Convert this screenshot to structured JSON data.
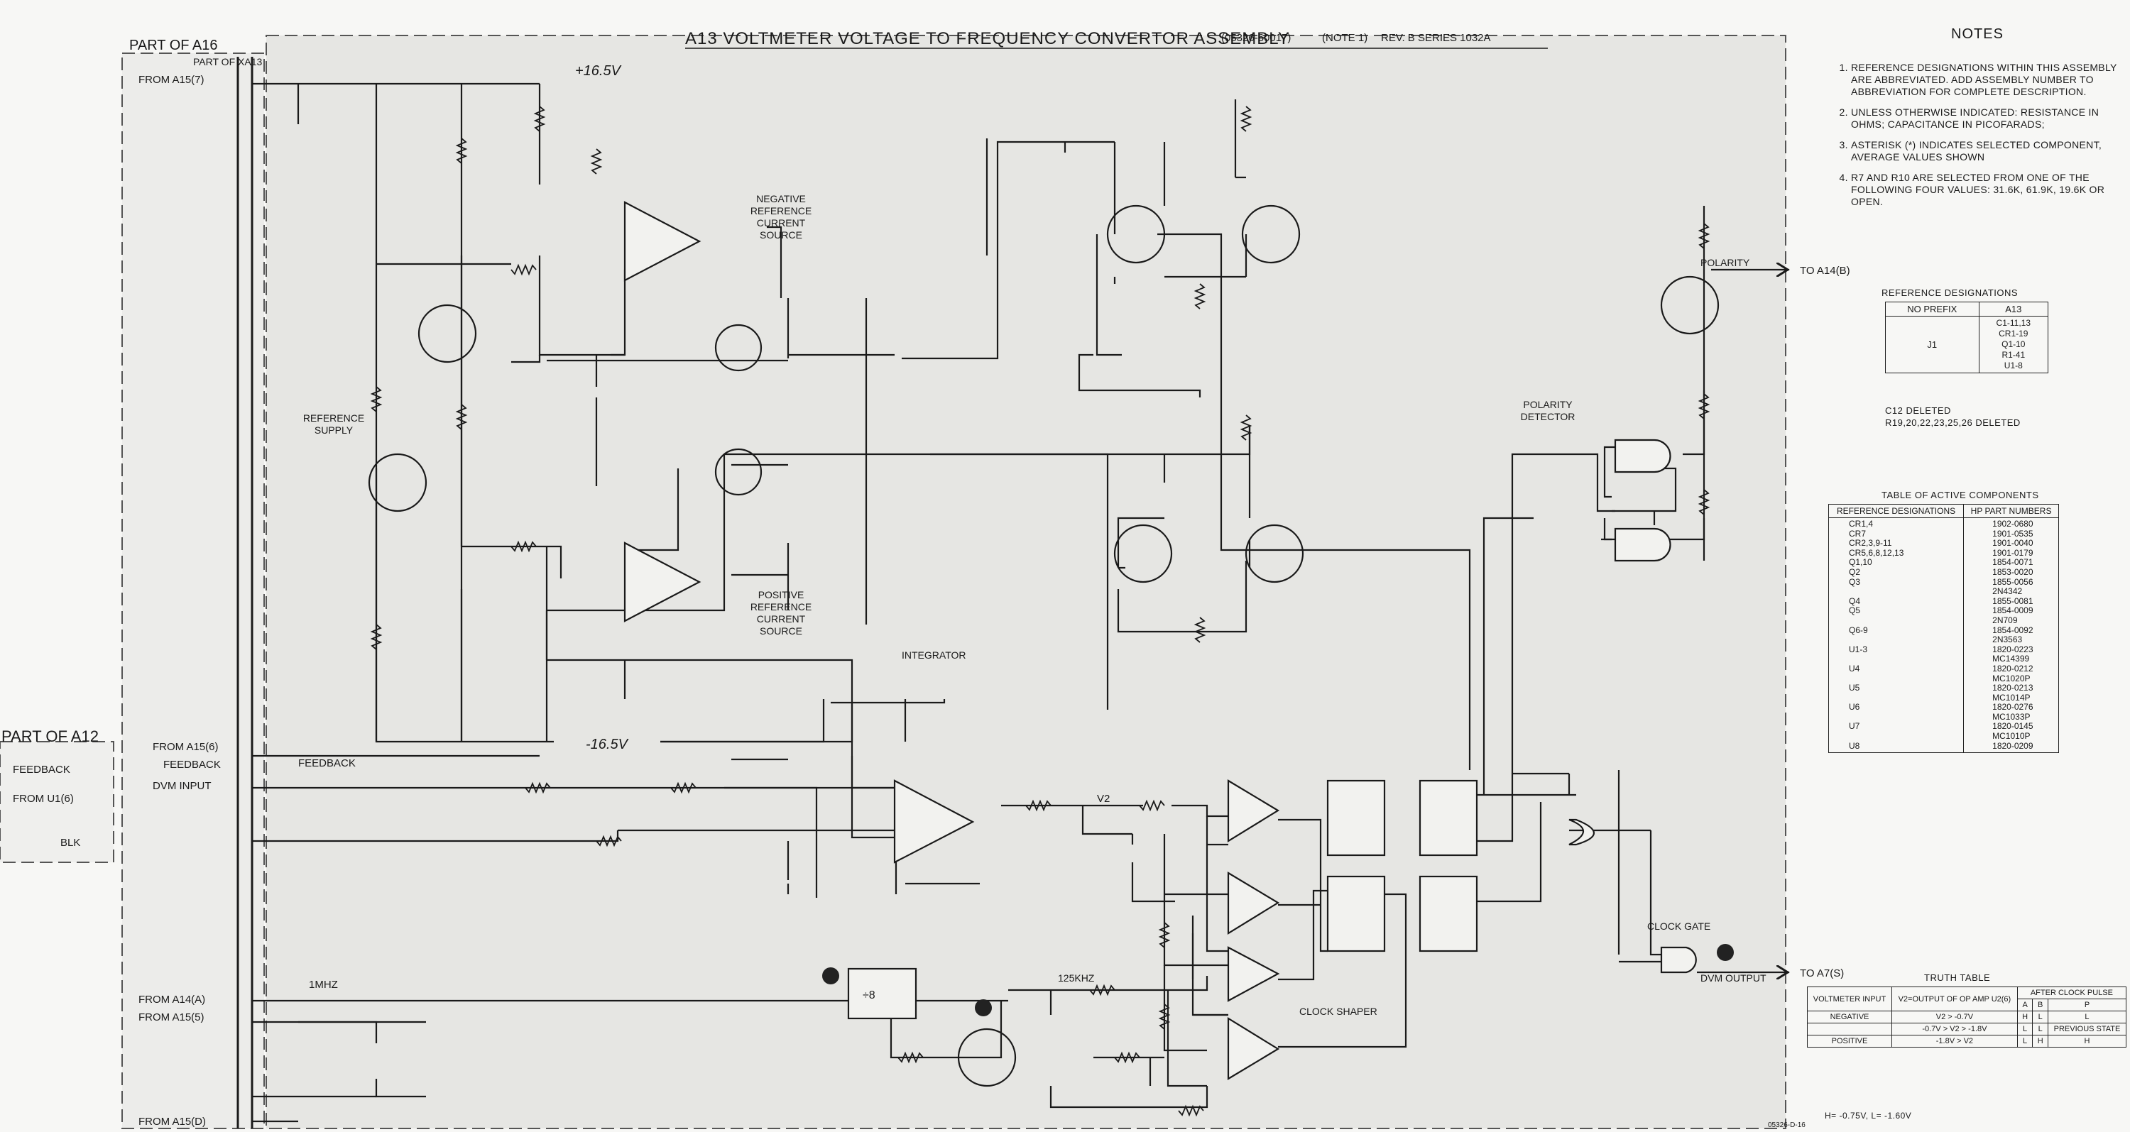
{
  "title": "A13 VOLTMETER VOLTAGE TO FREQUENCY CONVERTOR ASSEMBLY",
  "title_part": "(05326-60017)",
  "title_note": "(NOTE 1)",
  "title_rev": "REV. B SERIES 1032A",
  "part_a16": "PART OF A16",
  "part_xa13": "PART OF XA13",
  "part_a12": "PART OF A12",
  "supply_pos": "+16.5V",
  "supply_neg": "-16.5V",
  "labels": {
    "neg_ref": [
      "NEGATIVE",
      "REFERENCE",
      "CURRENT",
      "SOURCE"
    ],
    "pos_ref": [
      "POSITIVE",
      "REFERENCE",
      "CURRENT",
      "SOURCE"
    ],
    "ref_supply": [
      "REFERENCE",
      "SUPPLY"
    ],
    "integrator": "INTEGRATOR",
    "clock_shaper": "CLOCK SHAPER",
    "clock_gate": "CLOCK GATE",
    "polarity_detector": [
      "POLARITY",
      "DETECTOR"
    ],
    "polarity": "POLARITY",
    "dvm_output": "DVM OUTPUT",
    "dvm_input": "DVM INPUT",
    "feedback": "FEEDBACK",
    "blk": "BLK",
    "one_mhz": "1MHZ",
    "khz125": "125KHZ",
    "to_a14": "TO A14(B)",
    "to_a7": "TO A7(S)",
    "v2": "V2",
    "div8": "÷8",
    "from_a15_7": "FROM A15(7)",
    "from_a15_6": "FROM A15(6)",
    "from_a14_a": "FROM A14(A)",
    "from_a15_5": "FROM A15(5)",
    "from_a15_d": "FROM A15(D)",
    "from_u1_6": "FROM U1(6)"
  },
  "notes": {
    "heading": "NOTES",
    "items": [
      "REFERENCE DESIGNATIONS WITHIN THIS ASSEMBLY ARE ABBREVIATED. ADD ASSEMBLY NUMBER TO ABBREVIATION FOR COMPLETE DESCRIPTION.",
      "UNLESS OTHERWISE INDICATED: RESISTANCE IN OHMS; CAPACITANCE IN PICOFARADS;",
      "ASTERISK (*) INDICATES SELECTED COMPONENT, AVERAGE VALUES SHOWN",
      "R7 AND R10 ARE SELECTED FROM ONE OF THE FOLLOWING FOUR VALUES: 31.6K, 61.9K, 19.6K OR OPEN."
    ]
  },
  "ref_designations": {
    "caption": "REFERENCE DESIGNATIONS",
    "col1": "NO PREFIX",
    "col2": "A13",
    "row_label": "J1",
    "items": [
      "C1-11,13",
      "CR1-19",
      "Q1-10",
      "R1-41",
      "U1-8"
    ],
    "deleted": [
      "C12 DELETED",
      "R19,20,22,23,25,26 DELETED"
    ]
  },
  "active_components": {
    "caption": "TABLE OF ACTIVE COMPONENTS",
    "col1": "REFERENCE DESIGNATIONS",
    "col2": "HP PART NUMBERS",
    "rows": [
      [
        "CR1,4",
        "1902-0680"
      ],
      [
        "CR7",
        "1901-0535"
      ],
      [
        "CR2,3,9-11",
        "1901-0040"
      ],
      [
        "CR5,6,8,12,13",
        "1901-0179"
      ],
      [
        "Q1,10",
        "1854-0071"
      ],
      [
        "Q2",
        "1853-0020"
      ],
      [
        "Q3",
        "1855-0056"
      ],
      [
        "",
        "2N4342"
      ],
      [
        "Q4",
        "1855-0081"
      ],
      [
        "Q5",
        "1854-0009"
      ],
      [
        "",
        "2N709"
      ],
      [
        "Q6-9",
        "1854-0092"
      ],
      [
        "",
        "2N3563"
      ],
      [
        "U1-3",
        "1820-0223"
      ],
      [
        "",
        "MC14399"
      ],
      [
        "U4",
        "1820-0212"
      ],
      [
        "",
        "MC1020P"
      ],
      [
        "U5",
        "1820-0213"
      ],
      [
        "",
        "MC1014P"
      ],
      [
        "U6",
        "1820-0276"
      ],
      [
        "",
        "MC1033P"
      ],
      [
        "U7",
        "1820-0145"
      ],
      [
        "",
        "MC1010P"
      ],
      [
        "U8",
        "1820-0209"
      ]
    ]
  },
  "truth_table": {
    "caption": "TRUTH TABLE",
    "h1": "VOLTMETER INPUT",
    "h2": "V2=OUTPUT OF OP AMP U2(6)",
    "h3": "AFTER CLOCK PULSE",
    "cols": [
      "A",
      "B",
      "P"
    ],
    "rows": [
      [
        "NEGATIVE",
        "V2 > -0.7V",
        "H",
        "L",
        "L"
      ],
      [
        "",
        "-0.7V > V2 > -1.8V",
        "L",
        "L",
        "PREVIOUS STATE"
      ],
      [
        "POSITIVE",
        "-1.8V > V2",
        "L",
        "H",
        "H"
      ]
    ],
    "footnote": "H= -0.75V, L= -1.60V"
  },
  "drawing_number": "05326-D-16"
}
